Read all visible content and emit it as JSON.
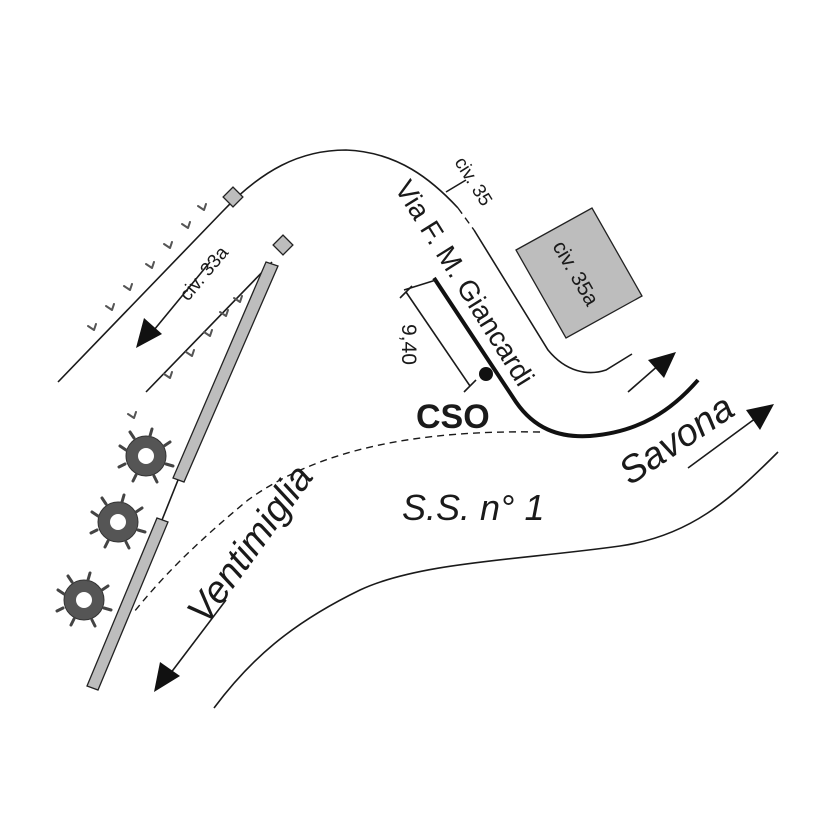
{
  "labels": {
    "civ_35": "civ. 35",
    "civ_33a": "civ. 33a",
    "civ_35a": "civ. 35a",
    "street": "Via F. M. Giancardi",
    "dimension": "9,40",
    "cso": "CSO",
    "road_name": "S.S. n° 1",
    "direction_west": "Ventimiglia",
    "direction_east": "Savona"
  },
  "colors": {
    "building_fill": "#bdbdbd",
    "line": "#1a1a1a",
    "vegetation": "#555555"
  },
  "icons": {
    "cso_marker": "filled-circle",
    "tree": "shrub-symbol",
    "grass": "grass-tick"
  }
}
